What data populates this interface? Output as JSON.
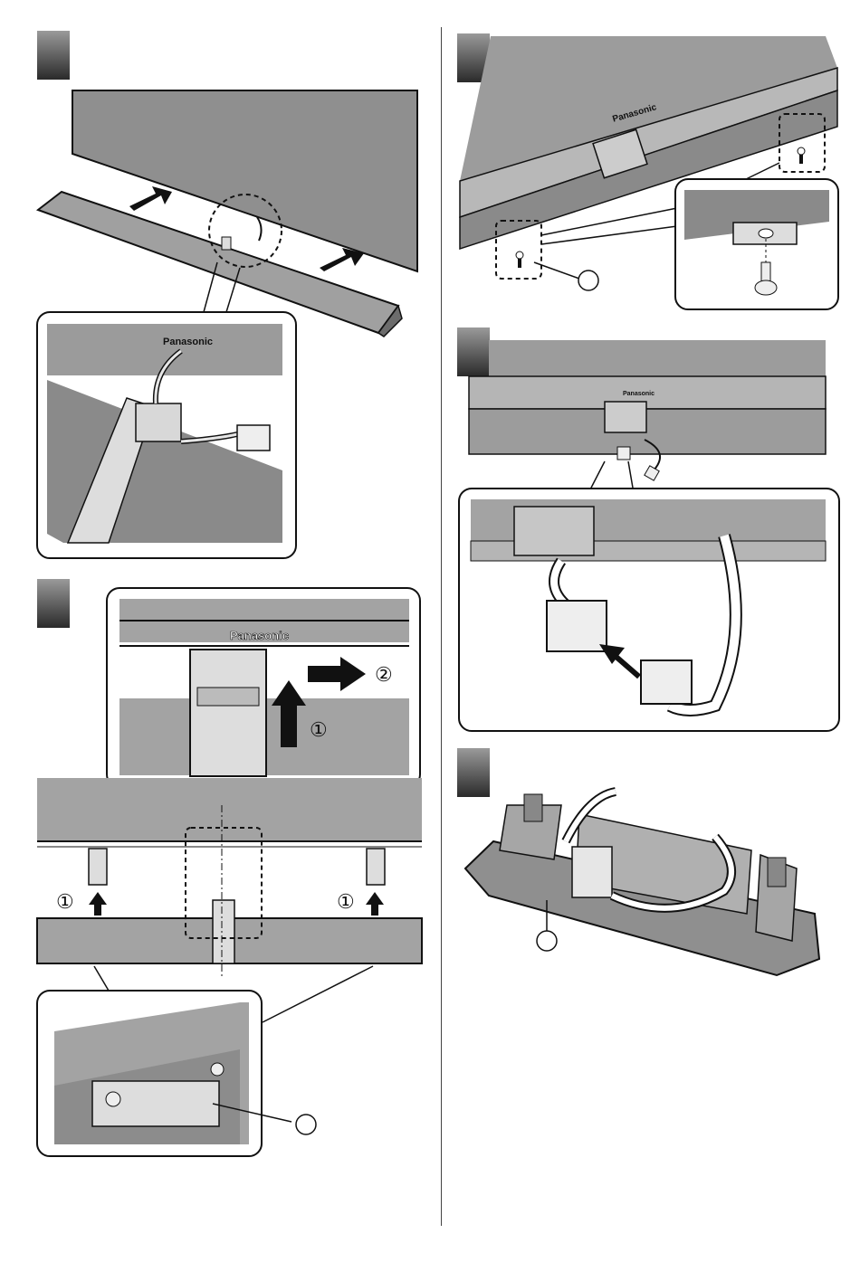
{
  "brand": "Panasonic",
  "steps": {
    "step1": {
      "detail_brand": "Panasonic"
    },
    "step2": {
      "brand": "Panasonic",
      "marker_1": "①",
      "marker_2": "②",
      "left_marker": "①",
      "right_marker": "①"
    },
    "step3": {
      "brand": "Panasonic"
    },
    "step4": {
      "brand": "Panasonic"
    }
  }
}
